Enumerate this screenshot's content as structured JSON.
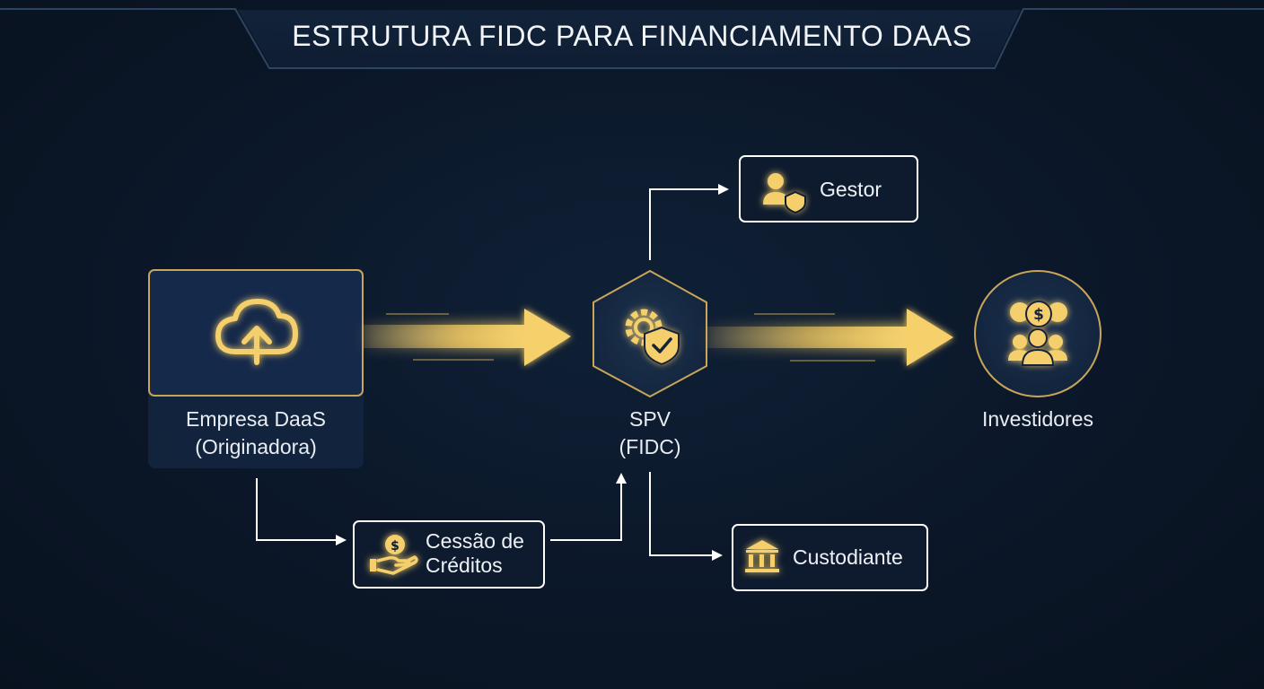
{
  "title": "ESTRUTURA FIDC PARA FINANCIAMENTO DAAS",
  "nodes": {
    "originator": {
      "name": "Empresa DaaS",
      "role": "(Originadora)",
      "icon": "cloud-upload-icon"
    },
    "spv": {
      "name": "SPV",
      "role": "(FIDC)",
      "icon": "gear-shield-icon"
    },
    "investors": {
      "name": "Investidores",
      "icon": "investors-group-icon"
    },
    "manager": {
      "name": "Gestor",
      "icon": "user-shield-icon"
    },
    "custodian": {
      "name": "Custodiante",
      "icon": "bank-icon"
    },
    "credit_assignment": {
      "line1": "Cessão de",
      "line2": "Créditos",
      "icon": "hand-coin-icon"
    }
  },
  "colors": {
    "background": "#0b1728",
    "accent_gold": "#f2c75c",
    "box_border": "#ffffff",
    "panel": "#142741"
  }
}
